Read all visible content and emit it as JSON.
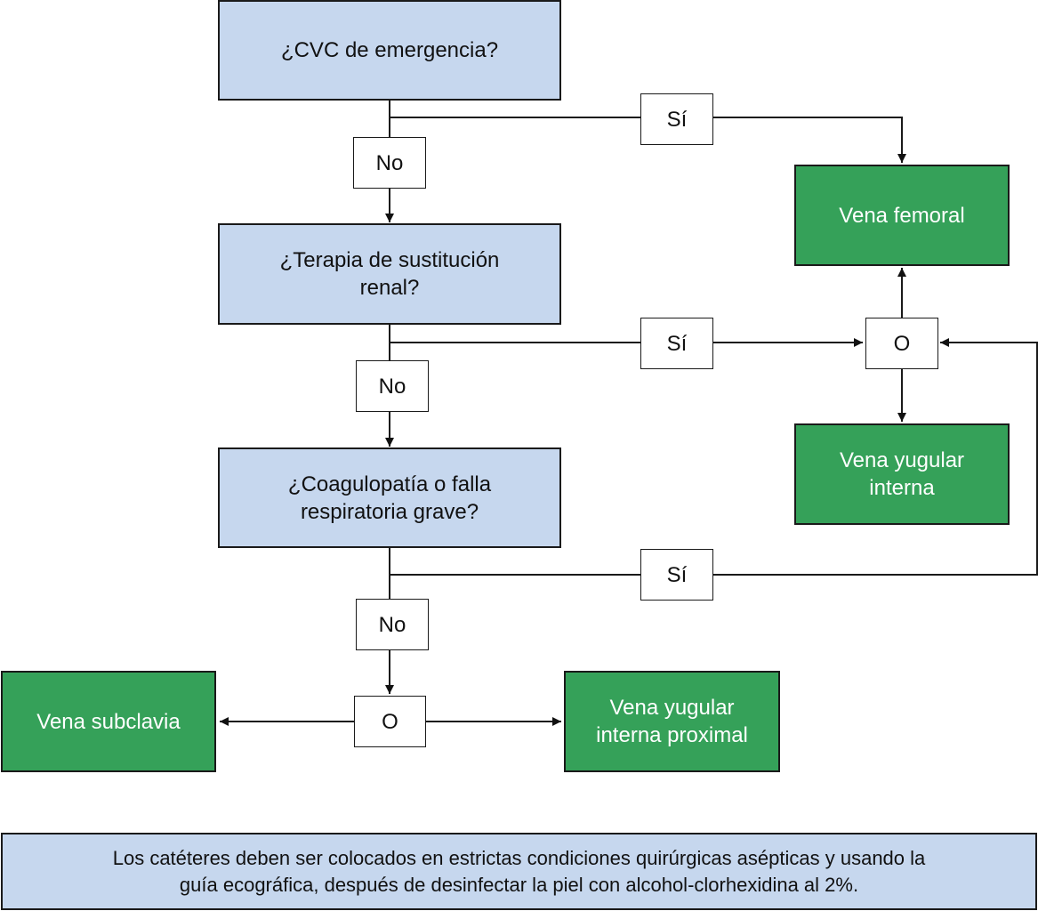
{
  "flowchart": {
    "questions": [
      {
        "id": "q1",
        "text": "¿CVC de emergencia?"
      },
      {
        "id": "q2",
        "text": "¿Terapia de sustitución\nrenal?"
      },
      {
        "id": "q3",
        "text": "¿Coagulopatía o falla\nrespiratoria grave?"
      }
    ],
    "outcomes": [
      {
        "id": "femoral",
        "text": "Vena femoral"
      },
      {
        "id": "yugular",
        "text": "Vena yugular\ninterna"
      },
      {
        "id": "subclavia",
        "text": "Vena subclavia"
      },
      {
        "id": "yugular-proximal",
        "text": "Vena yugular\ninterna proximal"
      }
    ],
    "labels": {
      "yes": "Sí",
      "no": "No",
      "or": "O"
    },
    "note": "Los catéteres deben ser colocados en estrictas condiciones quirúrgicas asépticas y usando la\nguía ecográfica, después de desinfectar la piel con alcohol-clorhexidina al 2%.",
    "colors": {
      "question_fill": "#c6d7ee",
      "outcome_fill": "#35a159",
      "line": "#1a1a1a"
    }
  }
}
